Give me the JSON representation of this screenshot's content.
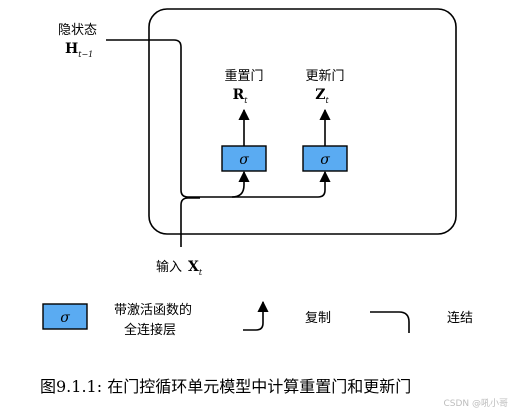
{
  "diagram": {
    "hidden_state": {
      "label": "隐状态",
      "symbol": "H",
      "subscript": "t−1"
    },
    "reset_gate": {
      "label": "重置门",
      "symbol": "R",
      "subscript": "t",
      "activation": "σ"
    },
    "update_gate": {
      "label": "更新门",
      "symbol": "Z",
      "subscript": "t",
      "activation": "σ"
    },
    "input": {
      "label": "输入",
      "symbol": "X",
      "subscript": "t"
    }
  },
  "legend": {
    "fc_symbol": "σ",
    "fc_label_line1": "带激活函数的",
    "fc_label_line2": "全连接层",
    "copy_label": "复制",
    "concat_label": "连结"
  },
  "caption": "图9.1.1: 在门控循环单元模型中计算重置门和更新门",
  "watermark": "CSDN @吼小哥",
  "colors": {
    "gate_fill": "#5aabf2",
    "stroke": "#000000"
  }
}
